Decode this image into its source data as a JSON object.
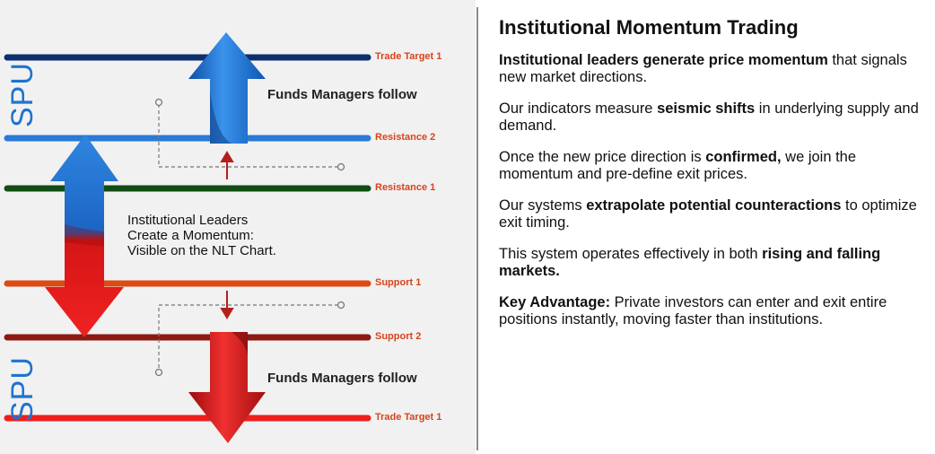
{
  "diagram": {
    "levels": [
      {
        "label": "Trade Target 1",
        "color": "#0c2f6e",
        "text_color": "#d8431b"
      },
      {
        "label": "Resistance 2",
        "color": "#2a7ad6",
        "text_color": "#d8431b"
      },
      {
        "label": "Resistance 1",
        "color": "#114d14",
        "text_color": "#d8431b"
      },
      {
        "label": "Support 1",
        "color": "#dc4a16",
        "text_color": "#d8431b"
      },
      {
        "label": "Support 2",
        "color": "#8c1a12",
        "text_color": "#d8431b"
      },
      {
        "label": "Trade Target 1",
        "color": "#ef1e1e",
        "text_color": "#d8431b"
      }
    ],
    "side_word_top": "SPU",
    "side_word_bottom": "SPU",
    "follow_top": "Funds Managers follow",
    "follow_bottom": "Funds Managers follow",
    "callout": [
      "Institutional Leaders",
      "Create a Momentum:",
      "Visible on the NLT Chart."
    ],
    "colors": {
      "up_arrow": "#1d77d8",
      "down_arrow": "#e11a1a",
      "small_arrow": "#b3201a",
      "dashed": "#777777"
    }
  },
  "panel": {
    "title": "Institutional Momentum Trading",
    "paragraphs": [
      [
        {
          "b": true,
          "t": "Institutional leaders generate price momentum"
        },
        {
          "b": false,
          "t": " that signals new market directions."
        }
      ],
      [
        {
          "b": false,
          "t": "Our indicators measure "
        },
        {
          "b": true,
          "t": "seismic shifts"
        },
        {
          "b": false,
          "t": " in underlying supply and demand."
        }
      ],
      [
        {
          "b": false,
          "t": "Once the new price direction is "
        },
        {
          "b": true,
          "t": "confirmed,"
        },
        {
          "b": false,
          "t": " we join the momentum and pre-define exit prices."
        }
      ],
      [
        {
          "b": false,
          "t": "Our systems "
        },
        {
          "b": true,
          "t": "extrapolate potential counteractions"
        },
        {
          "b": false,
          "t": " to optimize exit timing."
        }
      ],
      [
        {
          "b": false,
          "t": "This system operates effectively in both "
        },
        {
          "b": true,
          "t": "rising and falling markets."
        }
      ],
      [
        {
          "b": true,
          "t": "Key Advantage:"
        },
        {
          "b": false,
          "t": " Private investors can enter and exit entire positions instantly, moving faster than institutions."
        }
      ]
    ]
  }
}
